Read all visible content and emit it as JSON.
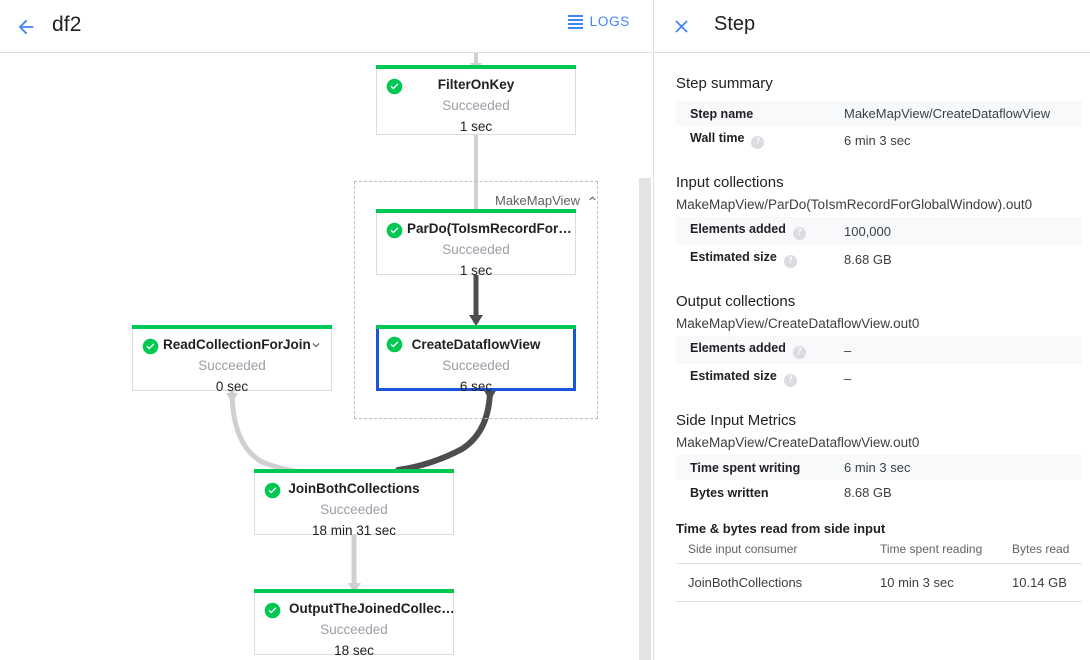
{
  "left": {
    "header": {
      "back_icon": "back-arrow-icon",
      "title": "df2",
      "logs_label": "LOGS",
      "logs_icon": "logs-hamburger-icon"
    },
    "group": {
      "label": "MakeMapView",
      "collapse_icon": "chevron-up-icon"
    },
    "nodes": [
      {
        "id": "filter-on-key",
        "name": "FilterOnKey",
        "status": "Succeeded",
        "duration": "1 sec",
        "status_icon": "check-circle-icon",
        "selected": false,
        "expandable": false
      },
      {
        "id": "pardo-toismrecordfor",
        "name": "ParDo(ToIsmRecordFor…",
        "status": "Succeeded",
        "duration": "1 sec",
        "status_icon": "check-circle-icon",
        "selected": false,
        "expandable": false
      },
      {
        "id": "create-dataflow-view",
        "name": "CreateDataflowView",
        "status": "Succeeded",
        "duration": "6 sec",
        "status_icon": "check-circle-icon",
        "selected": true,
        "expandable": false
      },
      {
        "id": "read-collection-for-join",
        "name": "ReadCollectionForJoin",
        "status": "Succeeded",
        "duration": "0 sec",
        "status_icon": "check-circle-icon",
        "selected": false,
        "expandable": true,
        "expand_icon": "chevron-down-icon"
      },
      {
        "id": "join-both-collections",
        "name": "JoinBothCollections",
        "status": "Succeeded",
        "duration": "18 min 31 sec",
        "status_icon": "check-circle-icon",
        "selected": false,
        "expandable": false
      },
      {
        "id": "output-the-joined-collection",
        "name": "OutputTheJoinedCollec…",
        "status": "Succeeded",
        "duration": "18 sec",
        "status_icon": "check-circle-icon",
        "selected": false,
        "expandable": false
      }
    ],
    "colors": {
      "status_green": "#00c853",
      "selected_blue": "#1a56db",
      "accent_blue": "#4285f4",
      "edge_grey": "#d0d0d0",
      "edge_dark": "#4d4d4d"
    }
  },
  "right": {
    "header": {
      "close_icon": "close-x-icon",
      "title": "Step"
    },
    "step_summary": {
      "heading": "Step summary",
      "rows": [
        {
          "key": "Step name",
          "value": "MakeMapView/CreateDataflowView",
          "help": false
        },
        {
          "key": "Wall time",
          "value": "6 min 3 sec",
          "help": true
        }
      ]
    },
    "input_collections": {
      "heading": "Input collections",
      "collection": "MakeMapView/ParDo(ToIsmRecordForGlobalWindow).out0",
      "rows": [
        {
          "key": "Elements added",
          "value": "100,000",
          "help": true
        },
        {
          "key": "Estimated size",
          "value": "8.68 GB",
          "help": true
        }
      ]
    },
    "output_collections": {
      "heading": "Output collections",
      "collection": "MakeMapView/CreateDataflowView.out0",
      "rows": [
        {
          "key": "Elements added",
          "value": "–",
          "help": true
        },
        {
          "key": "Estimated size",
          "value": "–",
          "help": true
        }
      ]
    },
    "side_input_metrics": {
      "heading": "Side Input Metrics",
      "collection": "MakeMapView/CreateDataflowView.out0",
      "rows": [
        {
          "key": "Time spent writing",
          "value": "6 min 3 sec",
          "help": false
        },
        {
          "key": "Bytes written",
          "value": "8.68 GB",
          "help": false
        }
      ],
      "table": {
        "title": "Time & bytes read from side input",
        "columns": [
          "Side input consumer",
          "Time spent reading",
          "Bytes read"
        ],
        "rows": [
          [
            "JoinBothCollections",
            "10 min 3 sec",
            "10.14 GB"
          ]
        ]
      }
    }
  }
}
